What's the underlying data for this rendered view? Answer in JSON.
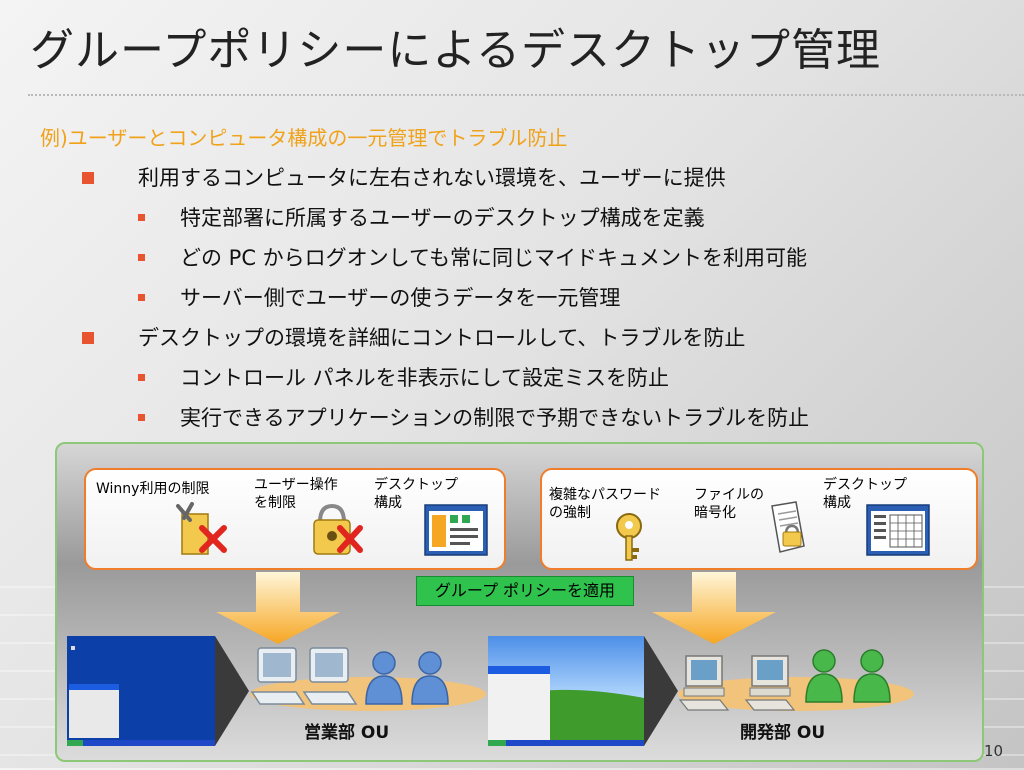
{
  "title": "グループポリシーによるデスクトップ管理",
  "example": "例)ユーザーとコンピュータ構成の一元管理でトラブル防止",
  "bullets": [
    {
      "text": "利用するコンピュータに左右されない環境を、ユーザーに提供",
      "sub": [
        "特定部署に所属するユーザーのデスクトップ構成を定義",
        "どの PC からログオンしても常に同じマイドキュメントを利用可能",
        "サーバー側でユーザーの使うデータを一元管理"
      ]
    },
    {
      "text": "デスクトップの環境を詳細にコントロールして、トラブルを防止",
      "sub": [
        "コントロール パネルを非表示にして設定ミスを防止",
        "実行できるアプリケーションの制限で予期できないトラブルを防止"
      ]
    }
  ],
  "diagram": {
    "left_policies": {
      "winny": "Winny利用の制限",
      "user_op_1": "ユーザー操作",
      "user_op_2": "を制限",
      "desktop_1": "デスクトップ",
      "desktop_2": "構成"
    },
    "right_policies": {
      "password_1": "複雑なパスワード",
      "password_2": "の強制",
      "file_1": "ファイルの",
      "file_2": "暗号化",
      "desktop_1": "デスクトップ",
      "desktop_2": "構成"
    },
    "apply_label": "グループ ポリシーを適用",
    "ou_left": "営業部 OU",
    "ou_right": "開発部 OU"
  },
  "page_number": "10",
  "colors": {
    "accent_orange": "#f0a21a",
    "bullet_red": "#e8542f",
    "box_border": "#ef7d2a",
    "apply_green": "#2fc24c",
    "frame_green": "#8cc876"
  }
}
